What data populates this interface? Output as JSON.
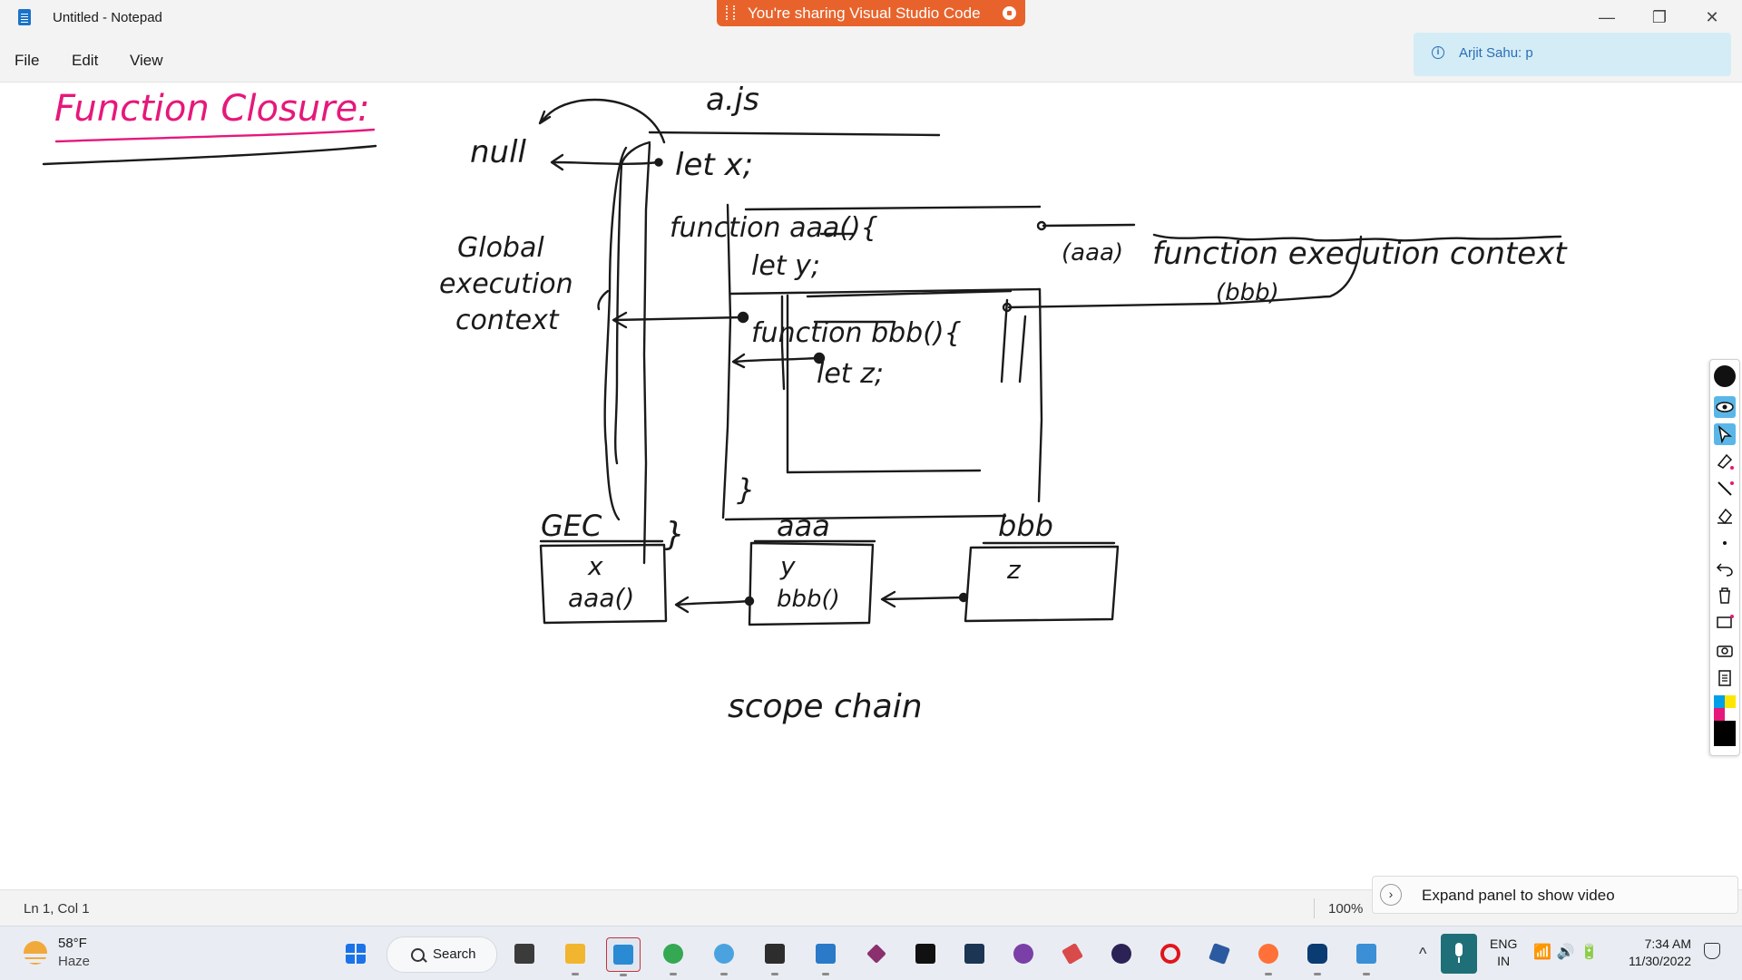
{
  "window": {
    "title": "Untitled - Notepad",
    "controls": {
      "minimize": "—",
      "restore": "❐",
      "close": "✕"
    }
  },
  "share_banner": {
    "text": "You're sharing Visual Studio Code"
  },
  "menu": {
    "items": [
      "File",
      "Edit",
      "View"
    ]
  },
  "chat_toast": {
    "message": "Arjit Sahu: p"
  },
  "drawing": {
    "ink_color": "#1a1a1a",
    "title_color": "#e6187a",
    "texts": {
      "title": "Function Closure:",
      "file": "a.js",
      "null_label": "null",
      "let_x": "let x;",
      "func_aaa": "function aaa(){",
      "let_y": "let y;",
      "func_bbb": "function bbb(){",
      "let_z": "let z;",
      "close_aaa": "}",
      "close_global": "}",
      "gec_line1": "Global",
      "gec_line2": "execution",
      "gec_line3": "context",
      "aaa_tag": "(aaa)",
      "fec": "function execution context",
      "bbb_tag": "(bbb)"
    },
    "scope_chain": {
      "boxes": [
        {
          "title": "GEC",
          "items": [
            "x",
            "aaa()"
          ]
        },
        {
          "title": "aaa",
          "items": [
            "y",
            "bbb()"
          ]
        },
        {
          "title": "bbb",
          "items": [
            "z"
          ]
        }
      ],
      "label": "scope chain"
    }
  },
  "annotation_toolbar": {
    "tools": [
      "pin-icon",
      "eye-icon",
      "cursor-icon",
      "highlighter-icon",
      "pen-icon",
      "eraser-icon",
      "dot-icon",
      "undo-icon",
      "trash-icon",
      "screen-capture-icon",
      "camera-icon",
      "clipboard-icon"
    ],
    "palette": [
      "#00a0e9",
      "#ffe600",
      "#e6187a",
      "#ffffff",
      "#000000",
      "#000000"
    ]
  },
  "status_bar": {
    "position": "Ln 1, Col 1",
    "zoom": "100%"
  },
  "expand_panel": {
    "label": "Expand panel to show video"
  },
  "taskbar": {
    "weather": {
      "temp": "58°F",
      "condition": "Haze"
    },
    "search_label": "Search",
    "apps": [
      {
        "name": "start-button",
        "color": "#1a73e8"
      },
      {
        "name": "task-view",
        "color": "#3b3b3b"
      },
      {
        "name": "file-explorer",
        "color": "#f2b530"
      },
      {
        "name": "vscode",
        "color": "#2a8ad4"
      },
      {
        "name": "chrome",
        "color": "#34a853"
      },
      {
        "name": "app-blue",
        "color": "#4aa3df"
      },
      {
        "name": "terminal",
        "color": "#2d2d2d"
      },
      {
        "name": "notepad",
        "color": "#2b79c9"
      },
      {
        "name": "app-feather",
        "color": "#8c2f6e"
      },
      {
        "name": "cmd",
        "color": "#111111"
      },
      {
        "name": "mysql-shell",
        "color": "#1c3553"
      },
      {
        "name": "app-purple",
        "color": "#7b3fa8"
      },
      {
        "name": "app-eraser",
        "color": "#d94a4a"
      },
      {
        "name": "eclipse",
        "color": "#2c2255"
      },
      {
        "name": "opera",
        "color": "#e0161b"
      },
      {
        "name": "app-splash",
        "color": "#2b5aa0"
      },
      {
        "name": "firefox",
        "color": "#ff7139"
      },
      {
        "name": "webex",
        "color": "#0b3b73"
      },
      {
        "name": "app-window",
        "color": "#3b8fd6"
      }
    ],
    "tray": {
      "chevron": "^",
      "lang_line1": "ENG",
      "lang_line2": "IN",
      "icons": "📶🔊🔋",
      "time": "7:34 AM",
      "date": "11/30/2022"
    }
  }
}
